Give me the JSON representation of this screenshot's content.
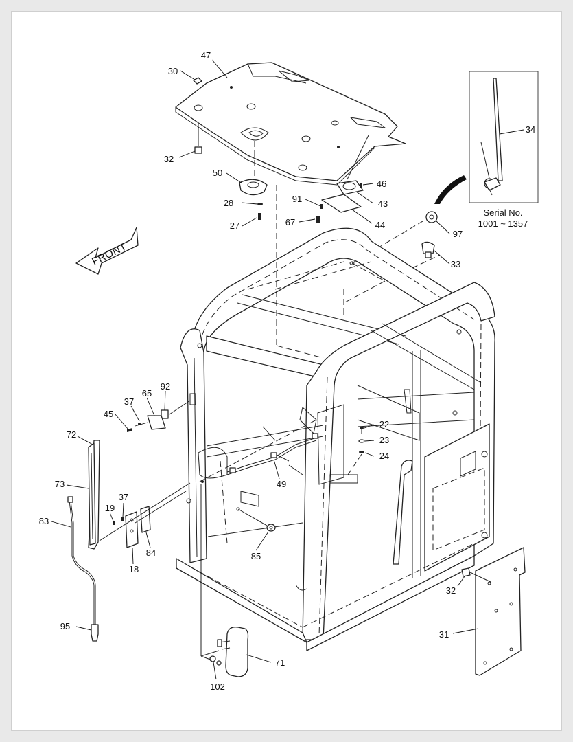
{
  "front_label": "FRONT",
  "inset": {
    "serial_line1": "Serial No.",
    "serial_line2": "1001 ~ 1357"
  },
  "callouts": {
    "c47": "47",
    "c30": "30",
    "c32a": "32",
    "c50": "50",
    "c28": "28",
    "c27": "27",
    "c46": "46",
    "c91": "91",
    "c43": "43",
    "c67": "67",
    "c44": "44",
    "c34": "34",
    "c97": "97",
    "c33": "33",
    "c92": "92",
    "c65": "65",
    "c37a": "37",
    "c45": "45",
    "c72": "72",
    "c73": "73",
    "c37b": "37",
    "c19": "19",
    "c83": "83",
    "c84": "84",
    "c18": "18",
    "c22": "22",
    "c23": "23",
    "c24": "24",
    "c49": "49",
    "c85": "85",
    "c32b": "32",
    "c31": "31",
    "c95": "95",
    "c71": "71",
    "c102": "102"
  }
}
